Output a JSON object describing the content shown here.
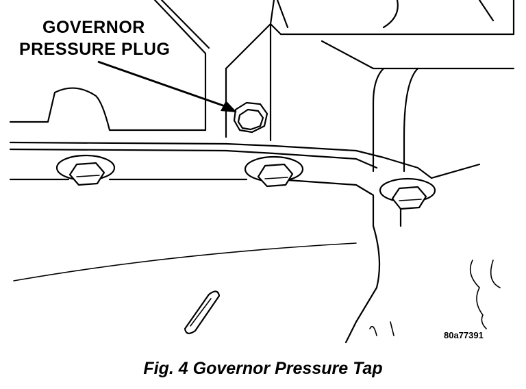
{
  "figure": {
    "callout": {
      "line1": "GOVERNOR",
      "line2": "PRESSURE PLUG"
    },
    "reference_code": "80a77391",
    "caption": "Fig. 4 Governor Pressure Tap"
  }
}
